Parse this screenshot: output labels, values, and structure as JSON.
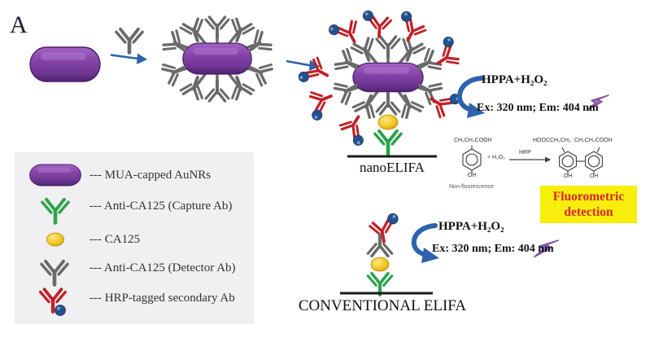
{
  "panel_label": "A",
  "nano": {
    "label": "nanoELIFA"
  },
  "conventional": {
    "label": "CONVENTIONAL ELIFA"
  },
  "assay_top": {
    "substrate": "HPPA+H₂O₂",
    "signal": "Ex: 320 nm; Em: 404 nm"
  },
  "assay_bottom": {
    "substrate": "HPPA+H₂O₂",
    "signal": "Ex: 320 nm; Em: 404 nm"
  },
  "reaction": {
    "substrate_formula": "CH₂CH₂COOH",
    "substrate_oh": "OH",
    "plus_peroxide": "+ H₂O₂",
    "enzyme": "HRP",
    "product_formula_left": "HOOCCH₂CH₂",
    "product_formula_right": "CH₂CH₂COOH",
    "product_oh_left": "OH",
    "product_oh_right": "OH",
    "substrate_state": "Non-fluorescence"
  },
  "detection": {
    "line1": "Fluorometric",
    "line2": "detection"
  },
  "legend": {
    "items": [
      {
        "icon": "aunr-capsule-icon",
        "label": "--- MUA-capped AuNRs"
      },
      {
        "icon": "capture-antibody-icon",
        "label": "--- Anti-CA125 (Capture Ab)"
      },
      {
        "icon": "ca125-icon",
        "label": "--- CA125"
      },
      {
        "icon": "detector-antibody-icon",
        "label": "--- Anti-CA125 (Detector Ab)"
      },
      {
        "icon": "hrp-secondary-antibody-icon",
        "label": "--- HRP-tagged secondary Ab"
      }
    ]
  },
  "colors": {
    "aunr_purple": "#7b3fa0",
    "capture_green": "#2aa44a",
    "ca125_yellow": "#f2c318",
    "detector_gray": "#6a6a6a",
    "secondary_red": "#c22127",
    "hrp_blue": "#24518e",
    "arrow_blue": "#2e62ae",
    "detection_bg": "#f8ee0c",
    "detection_text": "#d9262c",
    "bolt_purple": "#9a6fb8",
    "legend_bg": "#f0eff1"
  }
}
